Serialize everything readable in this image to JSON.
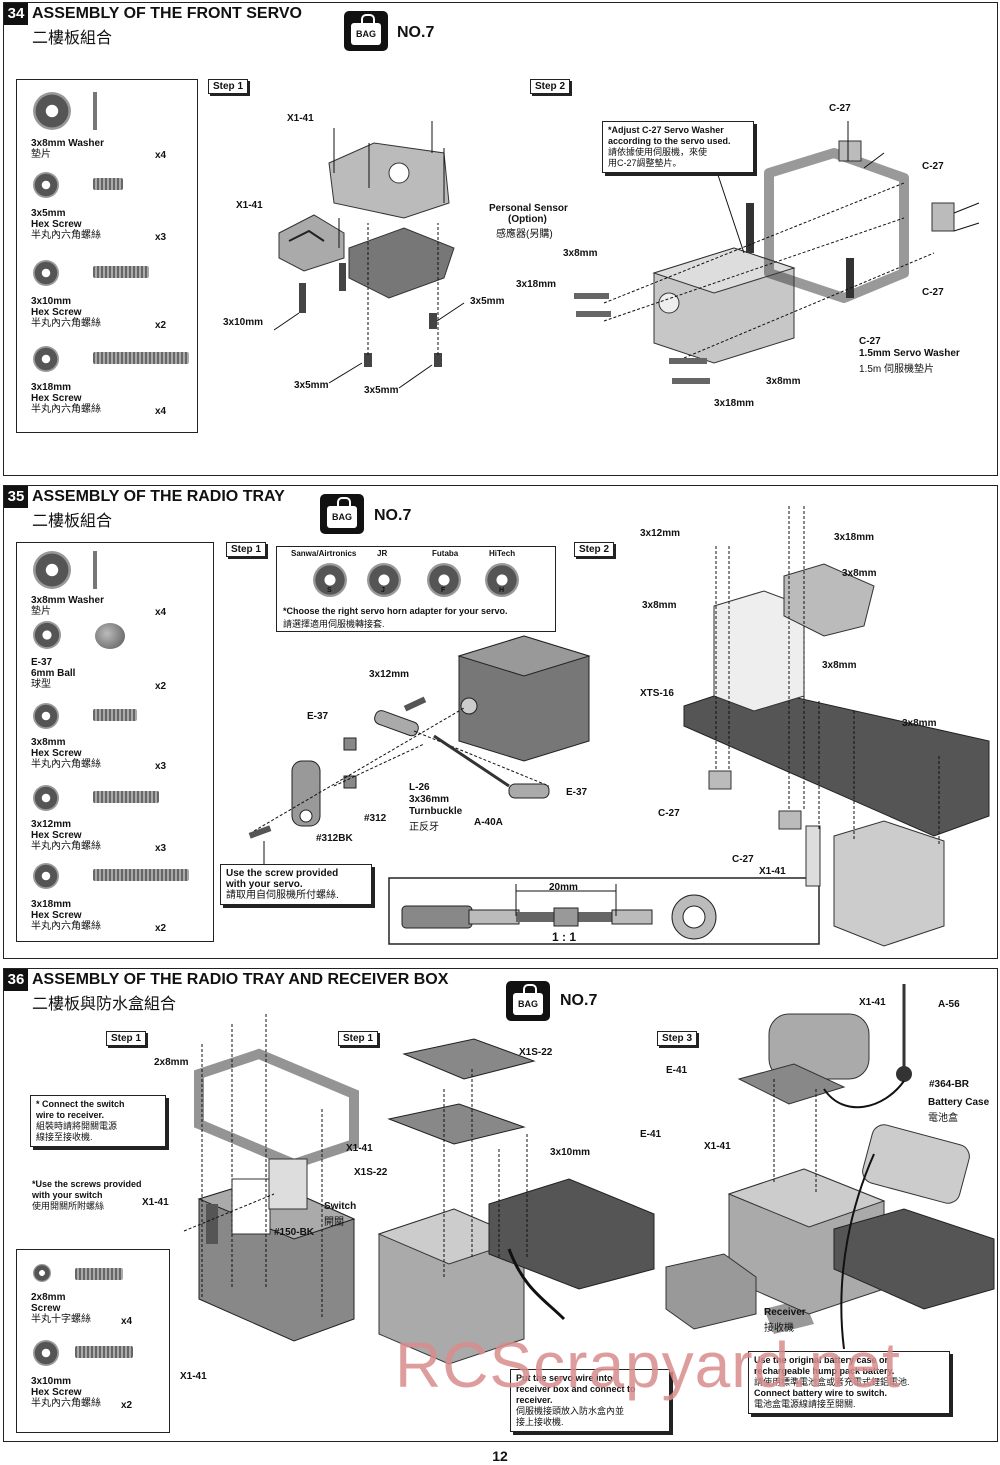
{
  "s34": {
    "num": "34",
    "title": "ASSEMBLY OF THE FRONT SERVO",
    "subtitle": "二樓板組合",
    "bag_label": "BAG",
    "bag_no": "NO.7",
    "step1": "Step 1",
    "step2": "Step 2",
    "parts": [
      {
        "name": "3x8mm Washer",
        "cn": "墊片",
        "qty": "x4"
      },
      {
        "name": "3x5mm",
        "name2": "Hex Screw",
        "cn": "半丸內六角螺絲",
        "qty": "x3"
      },
      {
        "name": "3x10mm",
        "name2": "Hex Screw",
        "cn": "半丸內六角螺絲",
        "qty": "x2"
      },
      {
        "name": "3x18mm",
        "name2": "Hex Screw",
        "cn": "半丸內六角螺絲",
        "qty": "x4"
      }
    ],
    "labels": {
      "x141a": "X1-41",
      "x141b": "X1-41",
      "sensor1": "Personal Sensor",
      "sensor2": "(Option)",
      "sensor_cn": "感應器(另購)",
      "s3x10": "3x10mm",
      "s3x5a": "3x5mm",
      "s3x5b": "3x5mm",
      "s3x5c": "3x5mm",
      "c27a": "C-27",
      "c27b": "C-27",
      "c27c": "C-27",
      "c27d": "C-27",
      "s3x8a": "3x8mm",
      "s3x18a": "3x18mm",
      "s3x8b": "3x8mm",
      "s3x18b": "3x18mm",
      "washer15": "1.5mm Servo Washer",
      "washer15_cn": "1.5m 伺服機墊片"
    },
    "note": {
      "l1": "*Adjust C-27 Servo Washer",
      "l2": "according to the servo used.",
      "cn1": "請依據使用伺服機，來使",
      "cn2": "用C-27調整墊片。"
    }
  },
  "s35": {
    "num": "35",
    "title": "ASSEMBLY OF THE RADIO TRAY",
    "subtitle": "二樓板組合",
    "bag_label": "BAG",
    "bag_no": "NO.7",
    "step1": "Step 1",
    "step2": "Step 2",
    "parts": [
      {
        "name": "3x8mm Washer",
        "cn": "墊片",
        "qty": "x4"
      },
      {
        "name": "E-37",
        "name2": "6mm Ball",
        "cn": "球型",
        "qty": "x2"
      },
      {
        "name": "3x8mm",
        "name2": "Hex Screw",
        "cn": "半丸內六角螺絲",
        "qty": "x3"
      },
      {
        "name": "3x12mm",
        "name2": "Hex Screw",
        "cn": "半丸內六角螺絲",
        "qty": "x3"
      },
      {
        "name": "3x18mm",
        "name2": "Hex Screw",
        "cn": "半丸內六角螺絲",
        "qty": "x2"
      }
    ],
    "horns": {
      "brands": [
        "Sanwa/Airtronics",
        "JR",
        "Futaba",
        "HiTech"
      ],
      "letters": [
        "S",
        "J",
        "F",
        "H"
      ],
      "note": "*Choose the right servo horn adapter for your servo.",
      "note_cn": "請選擇適用伺服機轉接套."
    },
    "labels": {
      "s3x12": "3x12mm",
      "e37a": "E-37",
      "e37b": "E-37",
      "l26": "L-26",
      "turn1": "3x36mm",
      "turn2": "Turnbuckle",
      "turn_cn": "正反牙",
      "a40a": "A-40A",
      "p312": "#312",
      "p312bk": "#312BK",
      "r3x12": "3x12mm",
      "r3x18": "3x18mm",
      "r3x8a": "3x8mm",
      "r3x8b": "3x8mm",
      "r3x8c": "3x8mm",
      "r3x8d": "3x8mm",
      "xts16": "XTS-16",
      "c27a": "C-27",
      "c27b": "C-27",
      "x141": "X1-41"
    },
    "screwnote": {
      "l1": "Use the screw provided",
      "l2": "with your servo.",
      "cn": "請取用自伺服機所付螺絲."
    },
    "turnbuckle": {
      "length": "20mm",
      "scale": "1 : 1"
    }
  },
  "s36": {
    "num": "36",
    "title": "ASSEMBLY OF THE RADIO TRAY AND RECEIVER BOX",
    "subtitle": "二樓板與防水盒組合",
    "bag_label": "BAG",
    "bag_no": "NO.7",
    "step1a": "Step 1",
    "step1b": "Step 1",
    "step3": "Step 3",
    "parts": [
      {
        "name": "2x8mm",
        "name2": "Screw",
        "cn": "半丸十字螺絲",
        "qty": "x4"
      },
      {
        "name": "3x10mm",
        "name2": "Hex Screw",
        "cn": "半丸內六角螺絲",
        "qty": "x2"
      }
    ],
    "note1": {
      "l1": "* Connect the switch",
      "l2": "wire to receiver.",
      "cn1": "組裝時請將開關電源",
      "cn2": "線接至接收機."
    },
    "note2": {
      "l1": "*Use the screws provided",
      "l2": "with your switch",
      "cn": "使用開關所附螺絲"
    },
    "labels": {
      "s2x8": "2x8mm",
      "x141a": "X1-41",
      "x141b": "X1-41",
      "x141c": "X1-41",
      "p150": "#150-BK",
      "switch": "Switch",
      "switch_cn": "開關",
      "x1s22a": "X1S-22",
      "x1s22b": "X1S-22",
      "s3x10": "3x10mm",
      "x141d": "X1-41",
      "x141e": "X1-41",
      "a56": "A-56",
      "e41a": "E-41",
      "e41b": "E-41",
      "p364": "#364-BR",
      "battcase": "Battery Case",
      "battcase_cn": "電池盒",
      "receiver": "Receiver",
      "receiver_cn": "接收機"
    },
    "note3": {
      "l1": "Put the servo wire into",
      "l2": "receiver box and connect to",
      "l3": "receiver.",
      "cn1": "伺服機接頭放入防水盒內並",
      "cn2": "接上接收機."
    },
    "note4": {
      "l1": "Use the original battery case or",
      "l2": "rechargeable hump pack battery.",
      "cn1": "請使用標準電池盒或者充電式鋰鋁電池.",
      "l3": "Connect battery wire to switch.",
      "cn2": "電池盒電源線請接至開關."
    }
  },
  "watermark": "RCScrapyard.net",
  "page_number": "12"
}
